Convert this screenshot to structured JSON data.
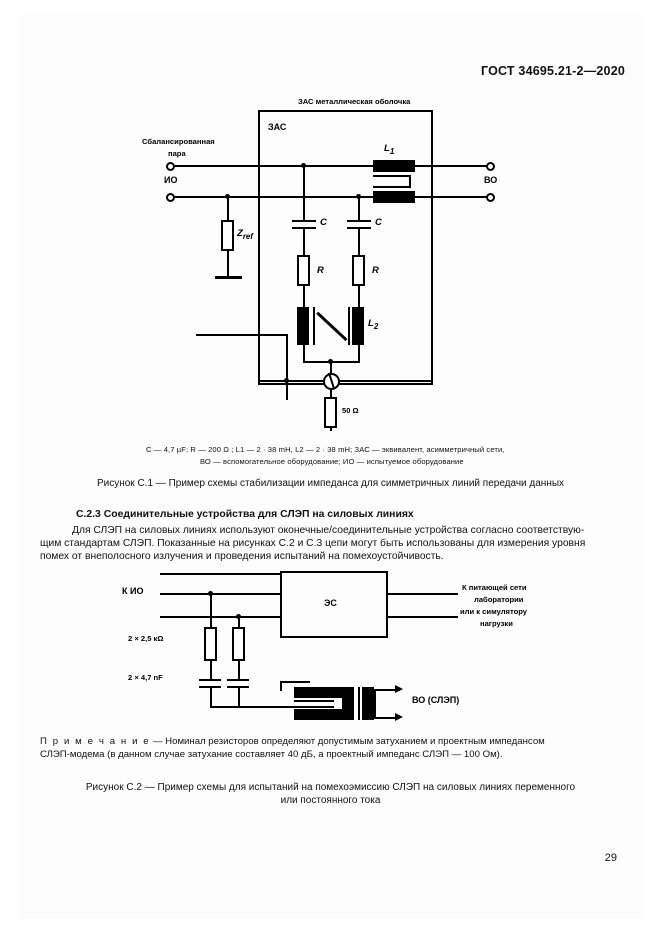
{
  "document": {
    "header": "ГОСТ 34695.21-2—2020",
    "page_number": "29"
  },
  "figure1": {
    "labels": {
      "shield_top": "ЗАС металлическая оболочка",
      "inner_box": "ЗАС",
      "balanced_pair_l1": "Сбалансированная",
      "balanced_pair_l2": "пара",
      "eut_left": "ИО",
      "aux_right": "ВО",
      "z_ref": "Z",
      "z_ref_sub": "ref",
      "inductor_1": "L",
      "inductor_1_sub": "1",
      "inductor_2": "L",
      "inductor_2_sub": "2",
      "cap_left": "C",
      "cap_right": "C",
      "res_left": "R",
      "res_right": "R",
      "load_50ohm": "50 Ω"
    },
    "legend_line1": "C — 4,7 µF; R — 200 Ω ; L1 — 2 · 38 mH, L2 — 2 · 38 mH; ЗАС — эквивалент, асимметричный сети,",
    "legend_line2": "ВО — вспомогательное оборудование; ИО — испытуемое оборудование",
    "caption": "Рисунок С.1 — Пример схемы стабилизации импеданса для симметричных линий передачи данных"
  },
  "section": {
    "heading": "C.2.3  Соединительные устройства для СЛЭП на силовых линиях",
    "paragraph_line1": "Для СЛЭП на силовых линиях используют оконечные/соединительные устройства согласно соответствую-",
    "paragraph_line2": "щим стандартам СЛЭП. Показанные на рисунках С.2 и С.3 цепи могут быть использованы для измерения уровня",
    "paragraph_line3": "помех от внеполосного излучения и проведения испытаний на помехоустойчивость."
  },
  "figure2": {
    "labels": {
      "to_eut": "К ИО",
      "es_box": "ЭС",
      "mains_l1": "К питающей сети",
      "mains_l2": "лаборатории",
      "mains_l3": "или к симулятору",
      "mains_l4": "нагрузки",
      "resistors": "2 × 2,5 кΩ",
      "capacitors": "2 × 4,7 nF",
      "aux_plc": "ВО (СЛЭП)"
    },
    "note_label": "П р и м е ч а н и е",
    "note_line1": " — Номинал резисторов определяют допустимым затуханием и проектным импедансом",
    "note_line2": "СЛЭП-модема (в данном случае затухание составляет 40 дБ, а проектный импеданс СЛЭП — 100 Ом).",
    "caption_line1": "Рисунок С.2 — Пример схемы для испытаний на помехоэмиссию СЛЭП на силовых линиях переменного",
    "caption_line2": "или постоянного тока"
  }
}
